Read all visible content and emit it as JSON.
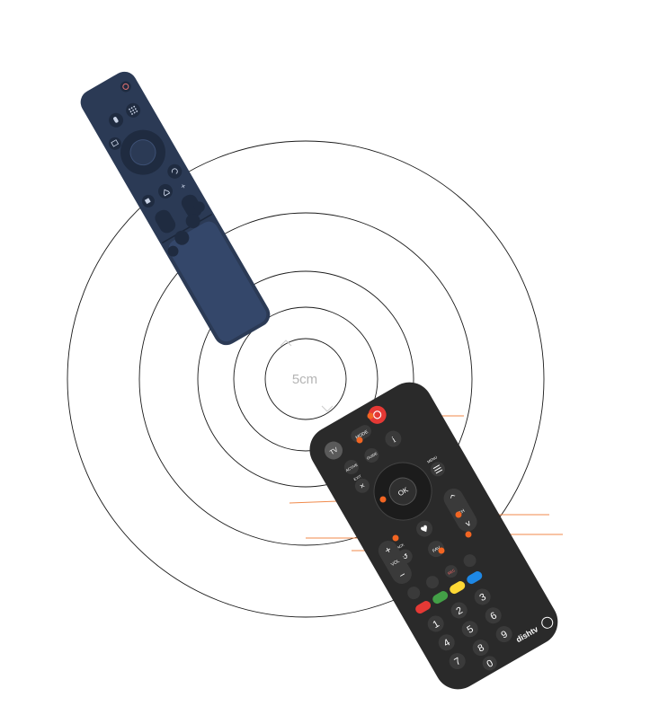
{
  "center_label": "5cm",
  "colors": {
    "background": "#ffffff",
    "circle_stroke": "#1a1a1a",
    "callout_line": "#f08a4b",
    "callout_dot": "#f26522",
    "remote_samsung_body": "#2b3a55",
    "remote_samsung_button": "#1f2b40",
    "remote_dish_body": "#2a2a2a",
    "remote_dish_button": "#3a3a3a",
    "power_red": "#e53935",
    "key_red": "#e53935",
    "key_green": "#43a047",
    "key_yellow": "#fdd835",
    "key_blue": "#1e88e5"
  },
  "samsung_remote": {
    "icons": [
      "power-icon",
      "mic-icon",
      "numpad-icon",
      "menu-icon",
      "back-icon",
      "home-icon",
      "plus-icon",
      "play-pause-icon"
    ]
  },
  "dish_remote": {
    "labels": {
      "tv": "TV",
      "mode": "MODE",
      "active": "ACTIVE",
      "guide": "GUIDE",
      "exit": "EXIT",
      "info": "i",
      "ok": "OK",
      "menu": "MENU",
      "back": "BACK",
      "fav": "FAV",
      "vol": "VOL",
      "ch": "CH",
      "rec": "REC",
      "brand": "dishtv"
    },
    "numbers": [
      "1",
      "2",
      "3",
      "4",
      "5",
      "6",
      "7",
      "8",
      "9",
      "0"
    ]
  }
}
